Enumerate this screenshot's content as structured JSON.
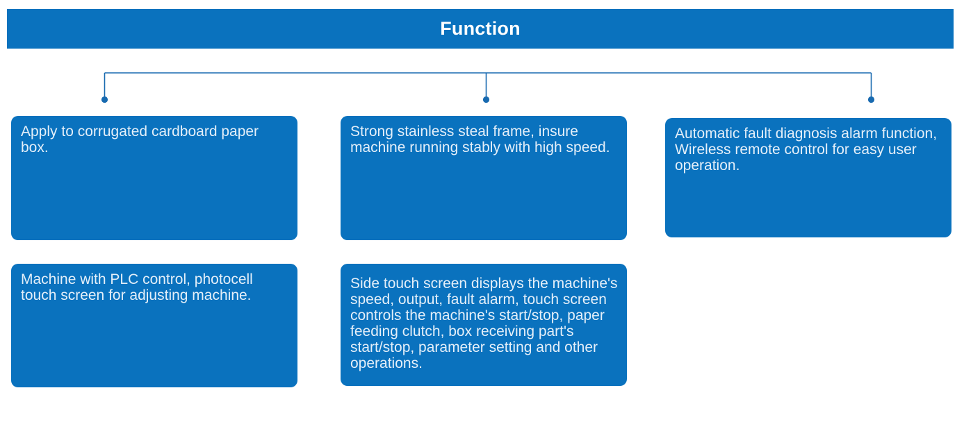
{
  "title_bar": {
    "label": "Function"
  },
  "colors": {
    "primary_blue": "#0a72be",
    "connector_blue": "#186ab0",
    "box_text": "#e4eff9",
    "header_text": "#ffffff",
    "background": "#ffffff"
  },
  "feature_boxes": [
    {
      "text": "Apply to corrugated cardboard paper box."
    },
    {
      "text": "Strong stainless steal frame, insure machine running stably with high speed."
    },
    {
      "text": "Automatic fault diagnosis alarm function, Wireless remote control for easy user operation."
    },
    {
      "text": "Machine with PLC control, photocell touch screen for adjusting machine."
    },
    {
      "text": "Side touch screen displays the machine's speed, output, fault alarm, touch screen controls the machine's start/stop, paper feeding clutch, box receiving part's start/stop, parameter setting and other operations."
    }
  ]
}
